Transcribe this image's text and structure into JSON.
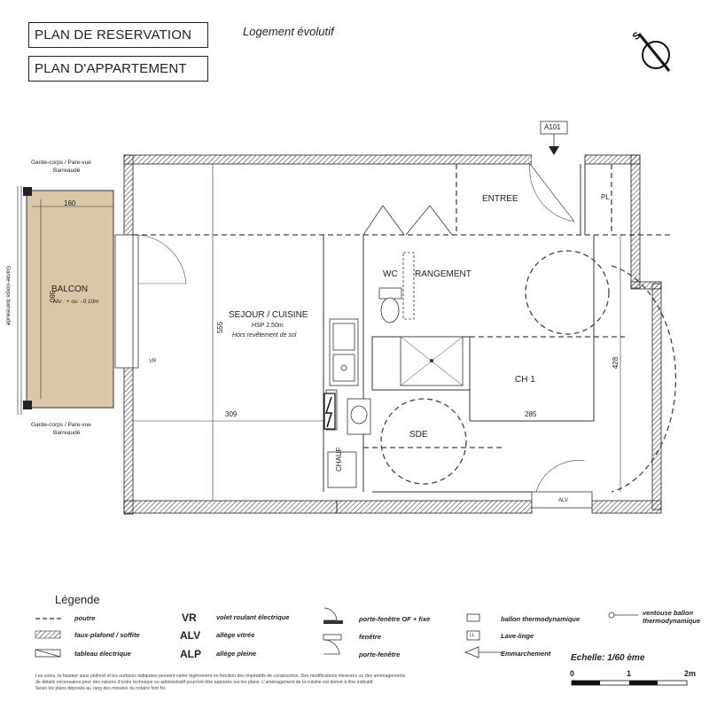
{
  "header": {
    "title1": "PLAN DE RESERVATION",
    "title2": "PLAN D'APPARTEMENT",
    "subtitle": "Logement évolutif"
  },
  "plan": {
    "door_ref": "A101",
    "rooms": {
      "entree": "ENTREE",
      "pl": "PL",
      "wc": "WC",
      "rangement": "RANGEMENT",
      "sejour": "SEJOUR / CUISINE",
      "hsp": "HSP 2.50m",
      "revetement": "Hors revêtement de sol",
      "ch1": "CH 1",
      "sde": "SDE",
      "chauf": "CHAUF",
      "balcon": "BALCON",
      "balcon_niv": "Niv : + ou - 0.10m",
      "vr": "VR",
      "alv": "ALV"
    },
    "dims": {
      "d160": "160",
      "d380": "380",
      "d555": "555",
      "d309": "309",
      "d285": "285",
      "d428": "428"
    },
    "railings": {
      "top": "Garde-corps / Pare-vue",
      "top2": "Barreaudé",
      "side": "Garde-corps barreaudé",
      "bottom": "Garde-corps / Pare-vue",
      "bottom2": "Barreaudé"
    }
  },
  "legend": {
    "title": "Légende",
    "items": {
      "poutre": "poutre",
      "faux_plafond": "faux-plafond / soffite",
      "tableau": "tableau électrique",
      "vr_code": "VR",
      "vr": "volet roulant électrique",
      "alv_code": "ALV",
      "alv": "allège vitrée",
      "alp_code": "ALP",
      "alp": "allège pleine",
      "pf_fixe": "porte-fenêtre OF + fixe",
      "fenetre": "fenêtre",
      "porte_fenetre": "porte-fenêtre",
      "ballon": "ballon thermodynamique",
      "lave_linge": "Lave-linge",
      "emmarchement": "Emmarchement",
      "ventouse": "ventouse ballon thermodynamique",
      "ll": "LL"
    }
  },
  "scale": {
    "label": "Echelle: 1/60 ème",
    "s0": "0",
    "s1": "1",
    "s2": "2m"
  },
  "footnote": {
    "l1": "Les cotes, la hauteur sous plafond et les surfaces indiquées peuvent varier légèrement en fonction des impératifs de construction. Des modifications mineures ou des aménagements",
    "l2": "de détails nécessaires pour des raisons d'ordre technique ou administratif pourront être apportés sur les plans. L'aménagement de la cuisine est donné à titre indicatif.",
    "l3": "Seuls les plans déposés au rang des minutes du notaire font foi."
  }
}
